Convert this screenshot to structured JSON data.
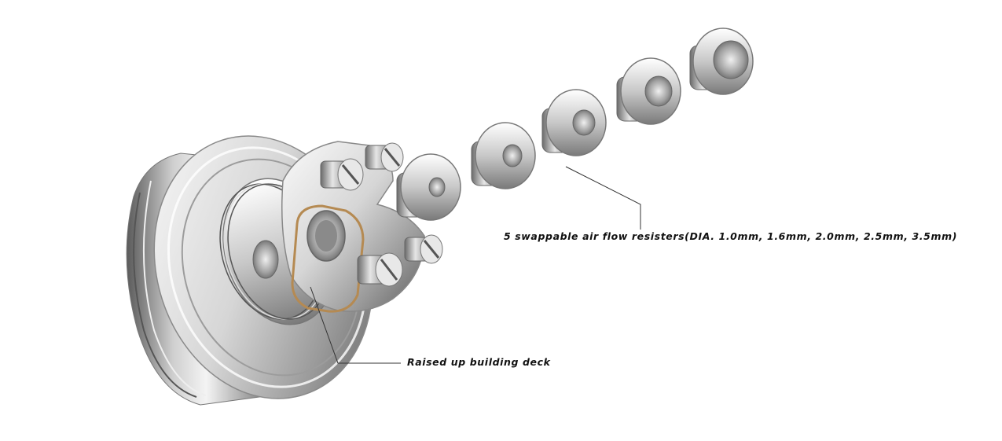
{
  "callouts": {
    "resisters": "5 swappable air flow resisters(DIA. 1.0mm, 1.6mm, 2.0mm, 2.5mm, 3.5mm)",
    "deck": "Raised up building deck"
  },
  "colors": {
    "metal_light": "#f2f2f2",
    "metal_mid": "#bdbdbd",
    "metal_dark": "#6e6e6e",
    "gasket": "#b58a52",
    "leader_line": "#333333"
  },
  "resister_count": 5
}
